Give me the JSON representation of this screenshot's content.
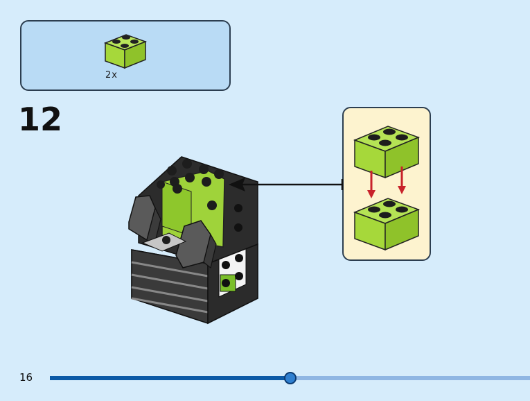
{
  "parts_list": {
    "items": [
      {
        "part": "lime-green-2x2-brick",
        "quantity_label": "2x"
      }
    ]
  },
  "step": {
    "number": "12"
  },
  "callout": {
    "description": "two-lime-2x2-bricks-stacked"
  },
  "progress": {
    "fraction": 0.5
  },
  "page": {
    "number": "16"
  },
  "colors": {
    "background": "#d6ecfb",
    "parts_box": "#b9dbf5",
    "callout_box": "#fdf3cf",
    "lime": "#a6d83a",
    "progress_fill": "#0c5aa6",
    "progress_track": "#8fb6e3",
    "arrow_red": "#c8222a"
  },
  "icons": [
    "lime-brick-icon",
    "assembly-model-icon",
    "pointer-arrow-icon",
    "down-arrow-icon",
    "progress-knob-icon"
  ]
}
